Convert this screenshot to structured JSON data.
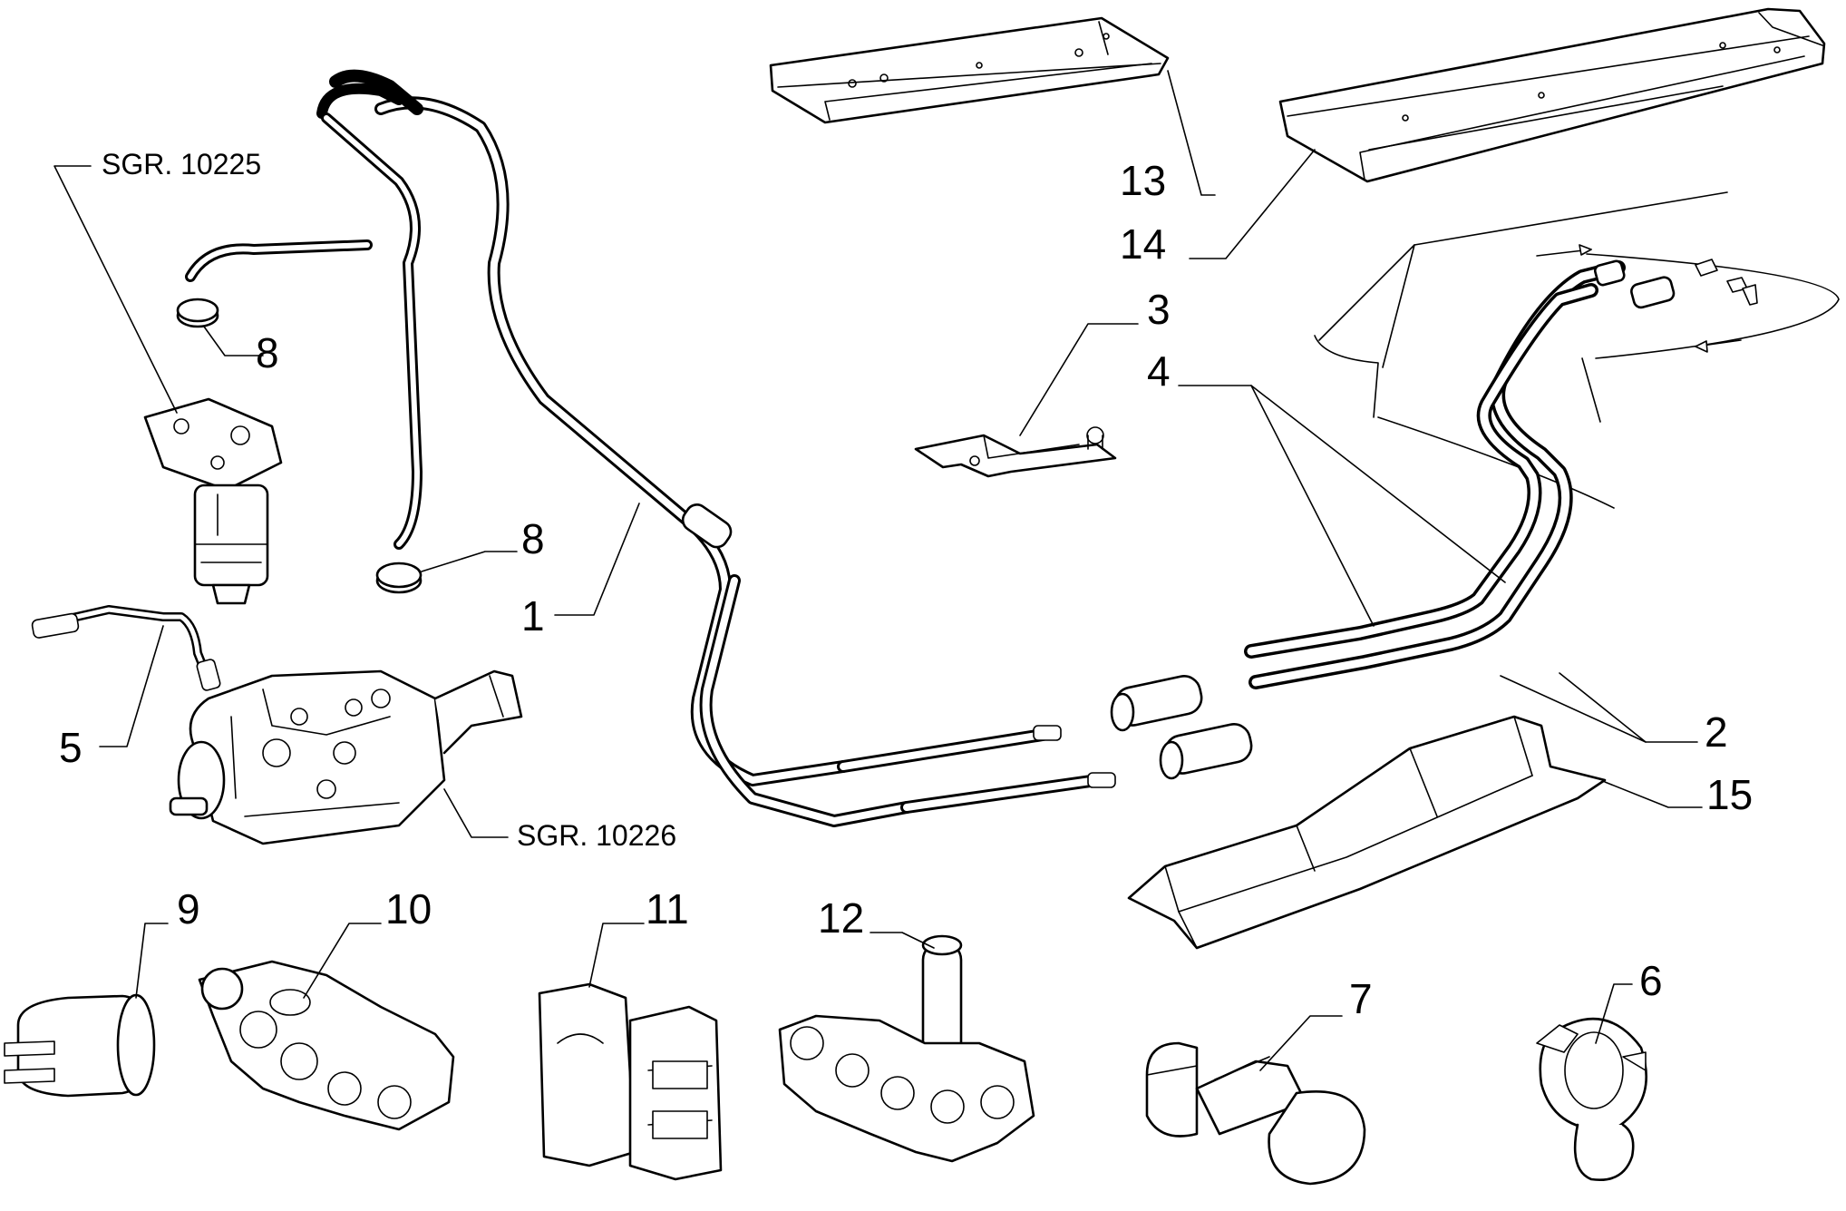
{
  "references": {
    "filter_group": "SGR. 10225",
    "pump_group": "SGR. 10226"
  },
  "callouts": {
    "c1": "1",
    "c2": "2",
    "c3": "3",
    "c4": "4",
    "c5": "5",
    "c6": "6",
    "c7": "7",
    "c8a": "8",
    "c8b": "8",
    "c9": "9",
    "c10": "10",
    "c11": "11",
    "c12": "12",
    "c13": "13",
    "c14": "14",
    "c15": "15"
  }
}
